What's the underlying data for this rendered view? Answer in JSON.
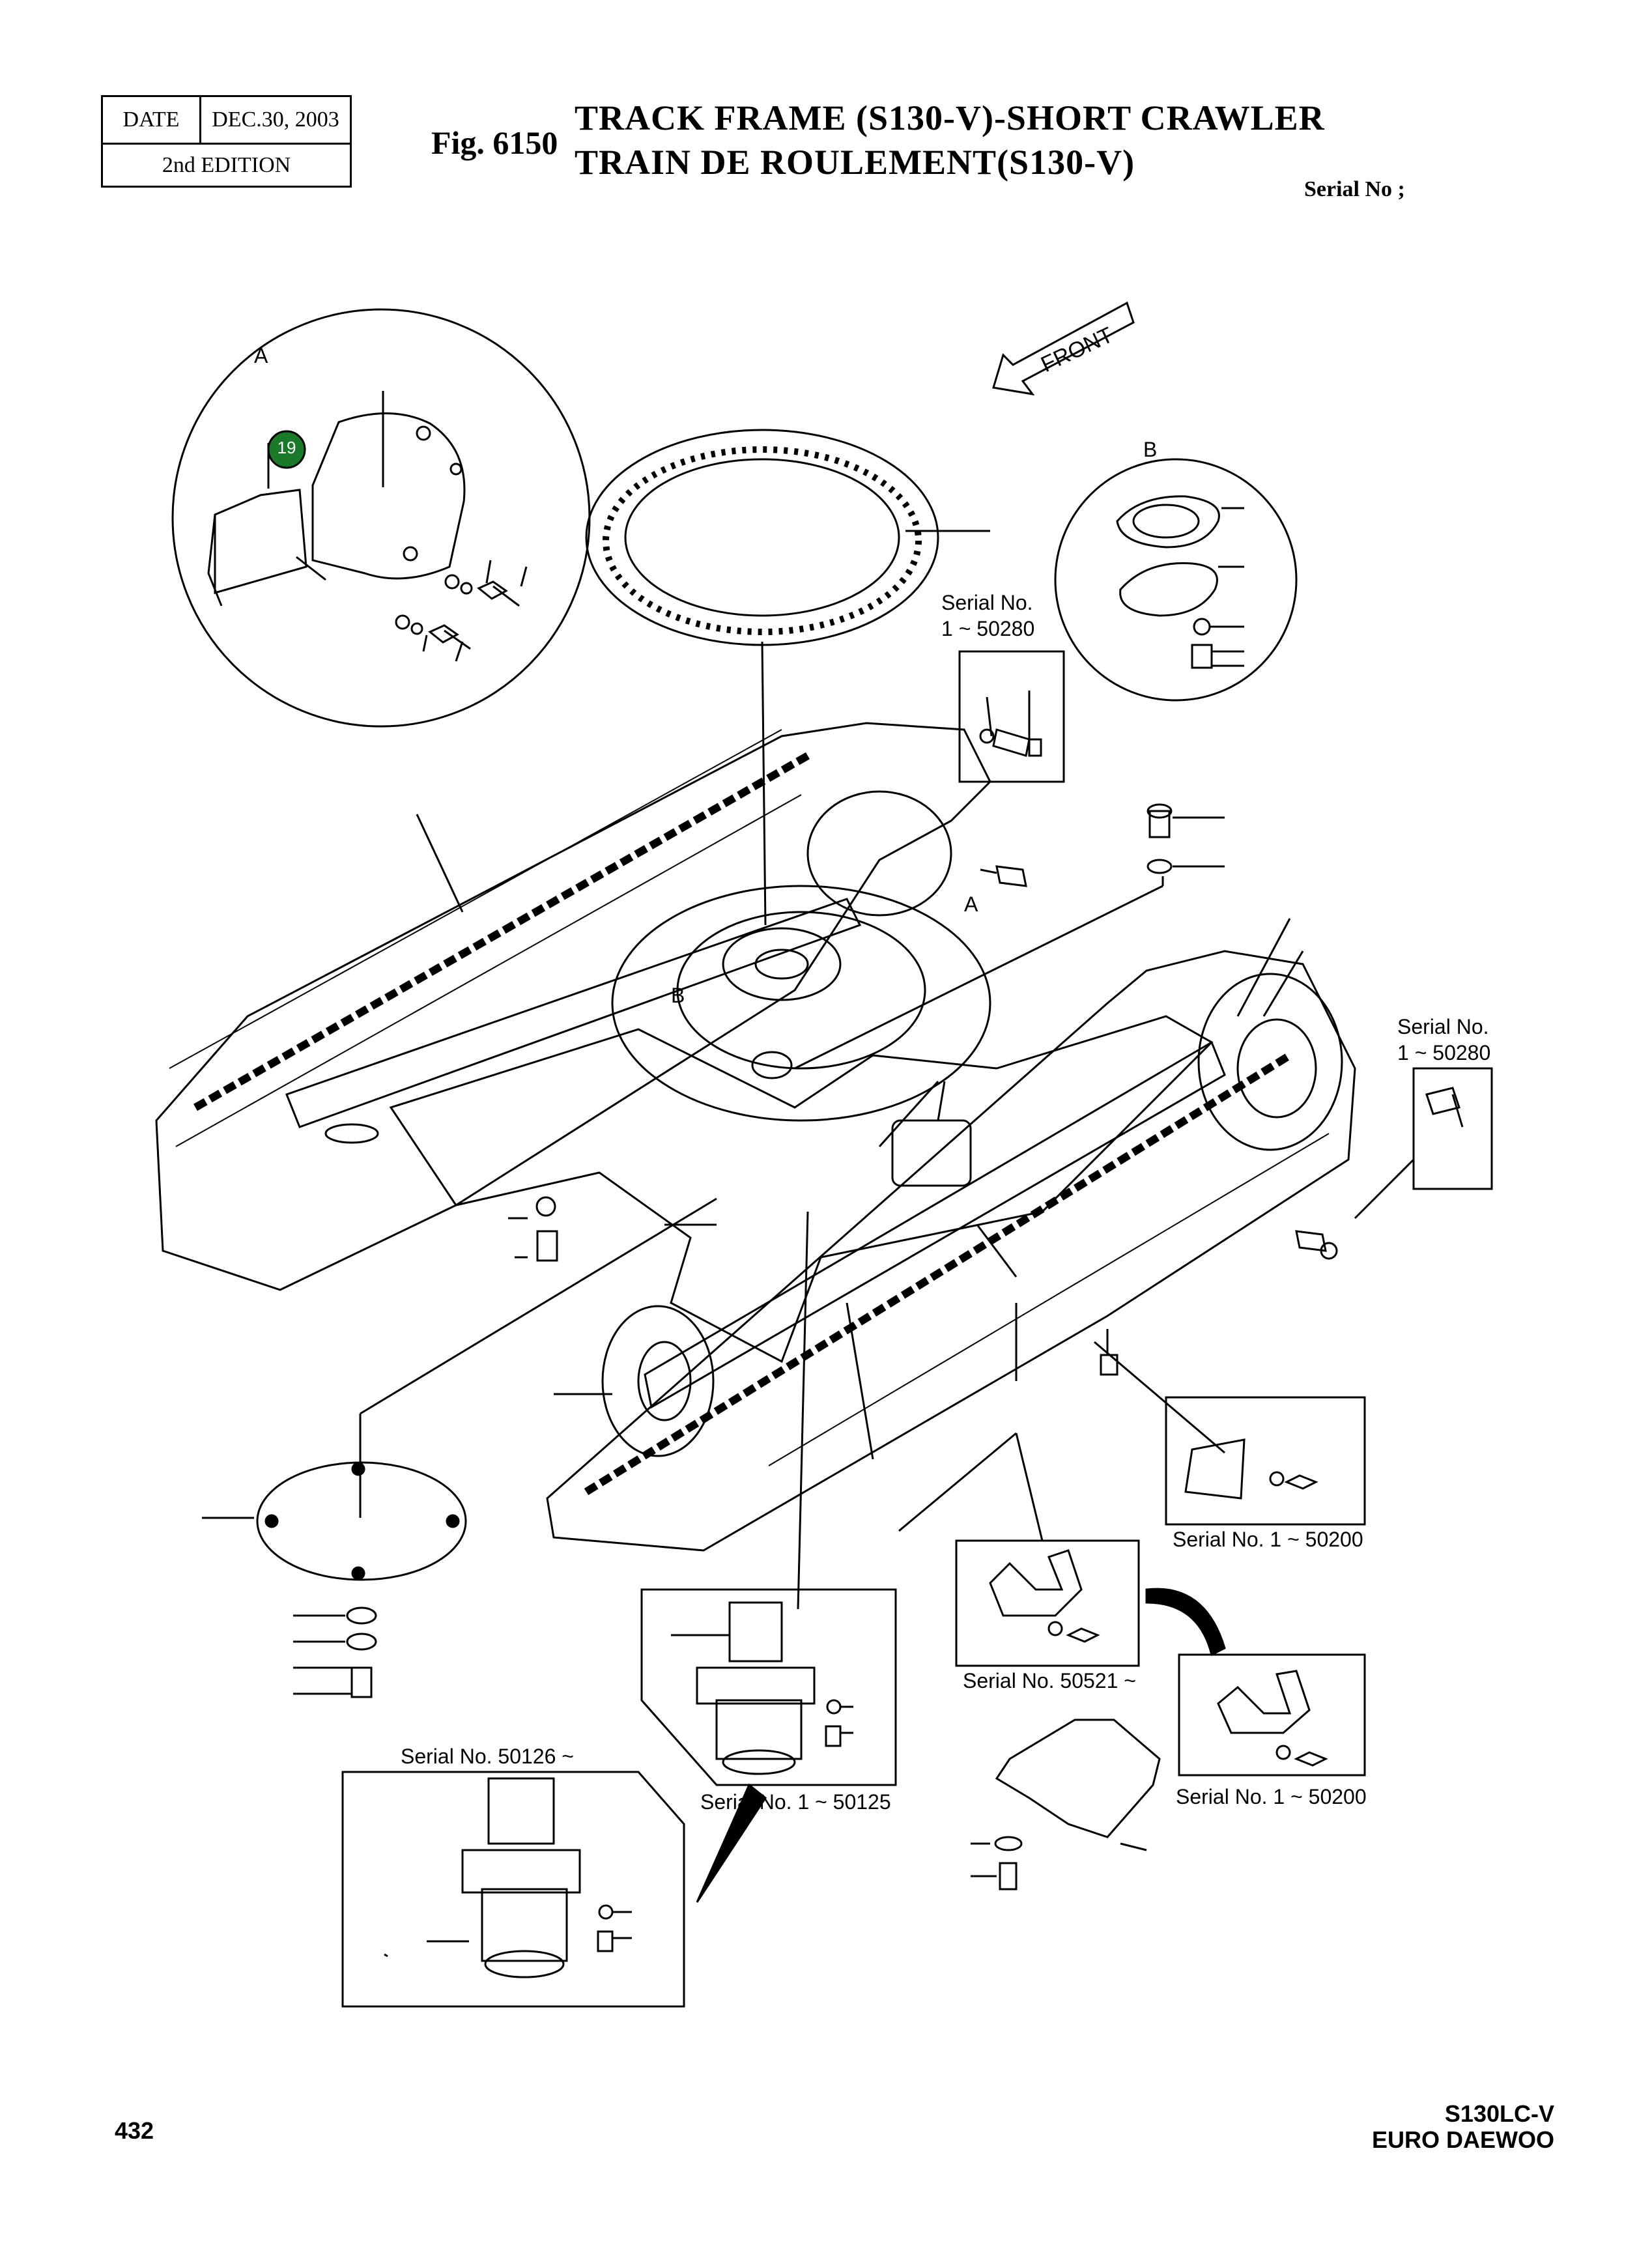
{
  "header": {
    "date_label": "DATE",
    "date_value": "DEC.30, 2003",
    "edition": "2nd  EDITION",
    "fig_label": "Fig. 6150",
    "title_line1": "TRACK FRAME (S130-V)-SHORT CRAWLER",
    "title_line2": "TRAIN DE ROULEMENT(S130-V)",
    "serial_header": "Serial No ;"
  },
  "detail_labels": {
    "detail_a": "A",
    "detail_b": "B",
    "callout_a": "A",
    "callout_b": "B",
    "front": "FRONT"
  },
  "callouts": [
    {
      "number": "19",
      "color": "#1a7a2a"
    }
  ],
  "serial_notes": {
    "top_bolt": "Serial No.\n1 ~ 50280",
    "right_bolt": "Serial No.\n1 ~ 50280",
    "cover_plate": "Serial No. 1 ~ 50200",
    "bracket_new": "Serial No. 50521 ~",
    "bracket_old": "Serial No. 1 ~ 50200",
    "joint_old": "Serial No. 1 ~ 50125",
    "joint_new": "Serial No. 50126 ~"
  },
  "footer": {
    "page_number": "432",
    "model": "S130LC-V",
    "brand": "EURO DAEWOO"
  }
}
